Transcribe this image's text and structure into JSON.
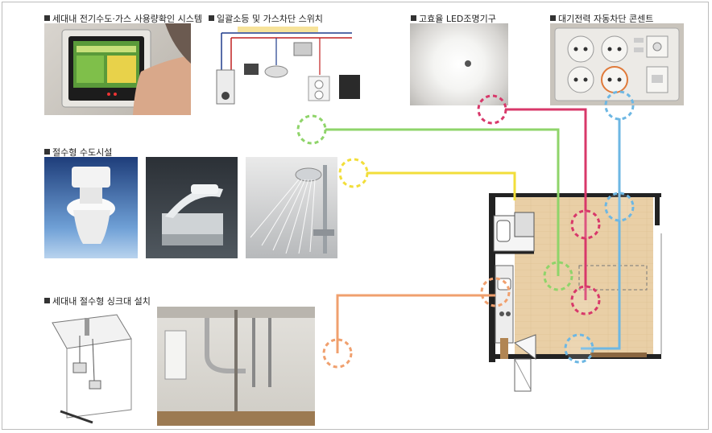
{
  "labels": {
    "l1": "세대내 전기수도·가스 사용량확인 시스템",
    "l2": "일괄소등 및 가스차단 스위치",
    "l3": "고효율 LED조명기구",
    "l4": "대기전력 자동차단 콘센트",
    "l5": "절수형 수도시설",
    "l6": "세대내 절수형 싱크대 설치"
  },
  "colors": {
    "green": "#8fd46a",
    "yellow": "#f2de3a",
    "pink": "#d8386a",
    "blue": "#6db7e3",
    "orange": "#f0a06e"
  }
}
